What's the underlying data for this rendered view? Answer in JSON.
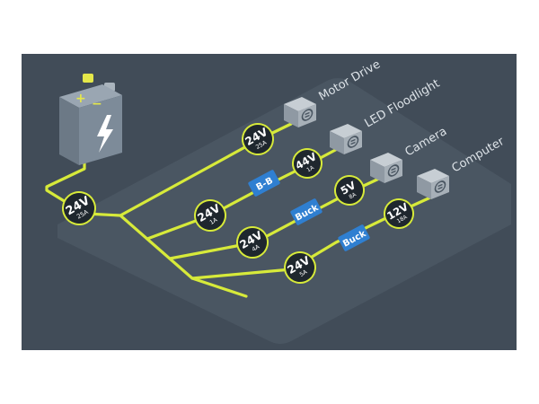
{
  "colors": {
    "panel": "#414c58",
    "platform": "#4a5662",
    "wire": "#d7ea3a",
    "node_fill": "#1f272e",
    "converter": "#2f7fd1",
    "battery_body": "#7d8b99",
    "battery_bolt": "#ffffff",
    "device_box": "#a7b0b8"
  },
  "battery": {
    "plus_symbol": "+",
    "minus_symbol": "−",
    "icon": "lightning-bolt-icon"
  },
  "main_node": {
    "voltage": "24V",
    "current": "25A"
  },
  "branches": [
    {
      "node": {
        "voltage": "24V",
        "current": "25A"
      },
      "converter": "",
      "out_node": null,
      "device": "Motor Drive"
    },
    {
      "node": {
        "voltage": "24V",
        "current": "1A"
      },
      "converter": "B-B",
      "out_node": {
        "voltage": "44V",
        "current": "1A"
      },
      "device": "LED Floodlight"
    },
    {
      "node": {
        "voltage": "24V",
        "current": "4A"
      },
      "converter": "Buck",
      "out_node": {
        "voltage": "5V",
        "current": "8A"
      },
      "device": "Camera"
    },
    {
      "node": {
        "voltage": "24V",
        "current": "5A"
      },
      "converter": "Buck",
      "out_node": {
        "voltage": "12V",
        "current": "18A"
      },
      "device": "Computer"
    }
  ],
  "device_icon": "meter-icon"
}
